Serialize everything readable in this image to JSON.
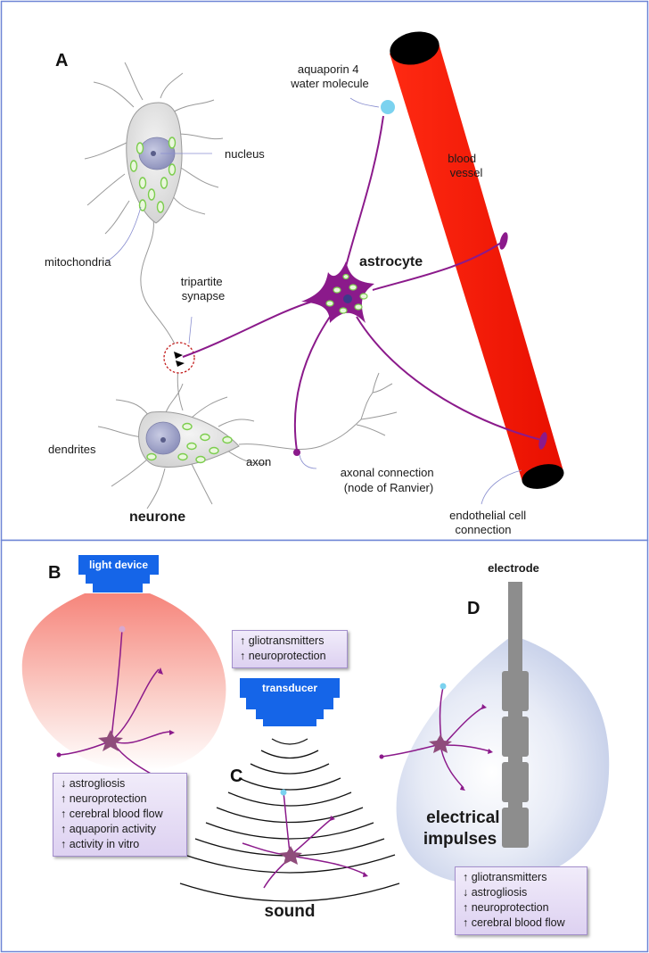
{
  "panel_a": {
    "letter": "A",
    "labels": {
      "aquaporin": [
        "aquaporin 4",
        "water molecule"
      ],
      "nucleus": "nucleus",
      "blood_vessel": [
        "blood",
        "vessel"
      ],
      "mitochondria": "mitochondria",
      "tripartite": [
        "tripartite",
        "synapse"
      ],
      "astrocyte": "astrocyte",
      "dendrites": "dendrites",
      "axon": "axon",
      "axonal": [
        "axonal connection",
        "(node of Ranvier)"
      ],
      "neurone": "neurone",
      "endothelial": [
        "endothelial cell",
        "connection"
      ]
    }
  },
  "panel_b": {
    "letter": "B",
    "device": "light device",
    "stimulus": "light",
    "effects": [
      "↓ astrogliosis",
      "↑ neuroprotection",
      "↑ cerebral blood flow",
      "↑ aquaporin activity",
      "↑ activity in vitro"
    ]
  },
  "panel_c": {
    "letter": "C",
    "device": "transducer",
    "stimulus": "sound",
    "effects": [
      "↑ gliotransmitters",
      "↑ neuroprotection"
    ]
  },
  "panel_d": {
    "letter": "D",
    "device": "electrode",
    "stimulus": [
      "electrical",
      "impulses"
    ],
    "effects": [
      "↑ gliotransmitters",
      "↓ astrogliosis",
      "↑ neuroprotection",
      "↑ cerebral blood flow"
    ]
  },
  "colors": {
    "astrocyte": "#8b1a8b",
    "vessel": "#ff1a0a",
    "device_blue": "#1565e8",
    "mitochondria": "#7ccd4e",
    "border": "#6f86d6"
  }
}
